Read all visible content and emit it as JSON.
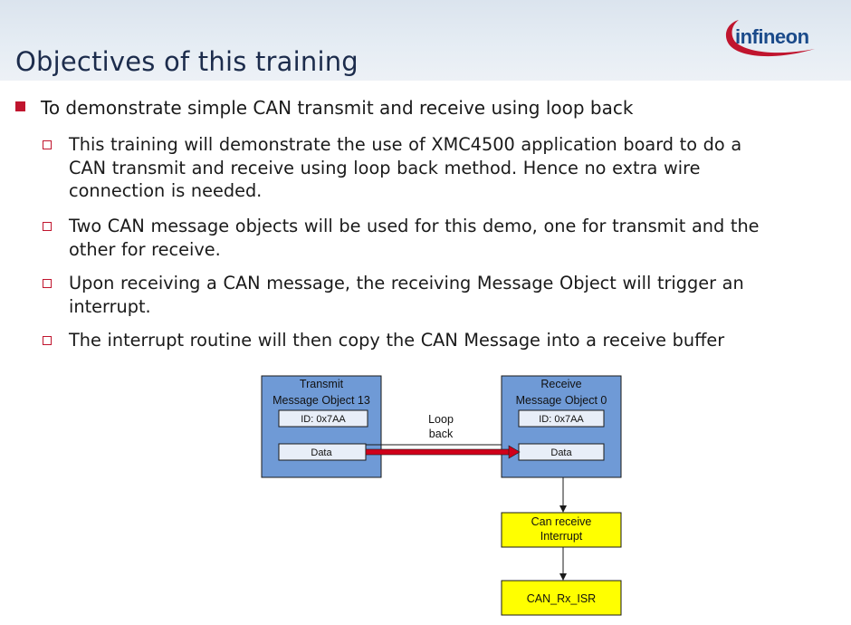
{
  "slide": {
    "title": "Objectives of this training",
    "logo_text": "infineon",
    "colors": {
      "accent_red": "#c0152e",
      "header_bg": "#e3eaf2",
      "title_text": "#1c2c4c",
      "box_blue": "#6f9ad6",
      "box_yellow": "#ffff00",
      "arrow_red": "#d0001a"
    }
  },
  "bullets": {
    "main": "To demonstrate simple CAN transmit and receive using loop back",
    "sub": [
      {
        "lines": [
          "This training will demonstrate the use of XMC4500 application board to do a",
          "CAN transmit and receive using loop back method. Hence no extra wire",
          "connection is needed."
        ]
      },
      {
        "lines": [
          "Two CAN message objects will be used for this demo, one for transmit and the",
          "other for receive."
        ]
      },
      {
        "lines": [
          "Upon receiving a CAN message, the receiving Message Object will trigger an",
          "interrupt."
        ]
      },
      {
        "lines": [
          "The interrupt routine will then copy the CAN Message into a receive buffer"
        ]
      }
    ]
  },
  "diagram": {
    "transmit": {
      "title1": "Transmit",
      "title2": "Message Object 13",
      "id": "ID: 0x7AA",
      "data": "Data"
    },
    "receive": {
      "title1": "Receive",
      "title2": "Message Object 0",
      "id": "ID: 0x7AA",
      "data": "Data"
    },
    "loop_label1": "Loop",
    "loop_label2": "back",
    "interrupt_label1": "Can receive",
    "interrupt_label2": "Interrupt",
    "isr_label": "CAN_Rx_ISR"
  }
}
